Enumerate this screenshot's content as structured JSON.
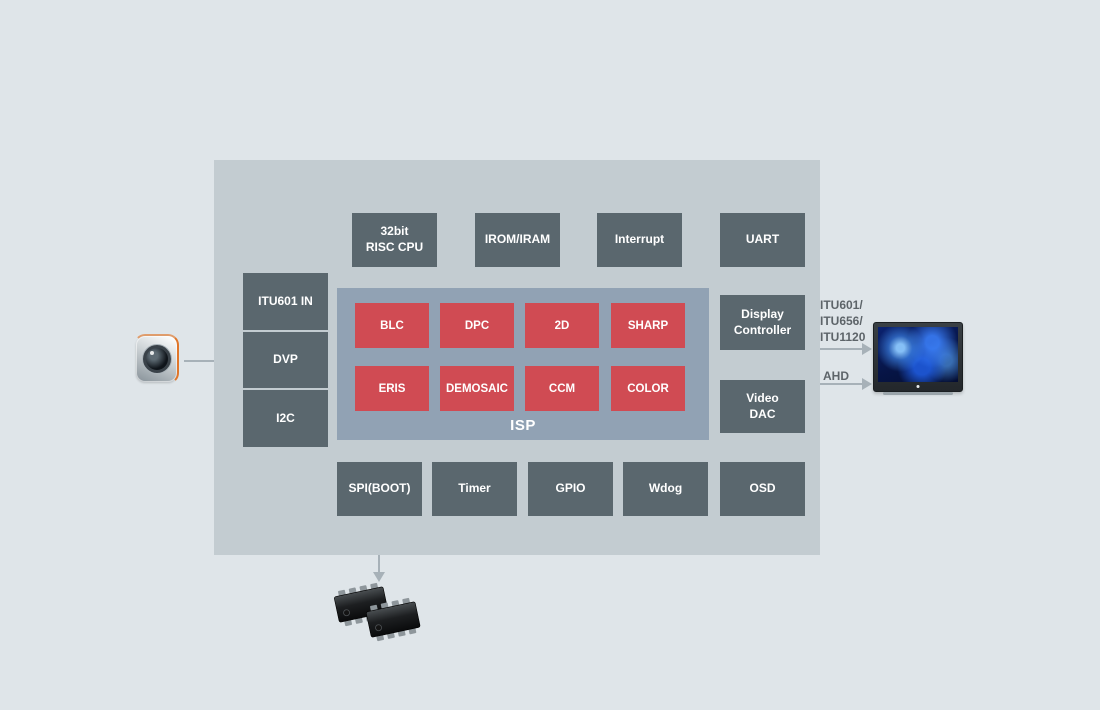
{
  "blocks": {
    "top": [
      {
        "label": "32bit\nRISC CPU"
      },
      {
        "label": "IROM/IRAM"
      },
      {
        "label": "Interrupt"
      },
      {
        "label": "UART"
      }
    ],
    "left": [
      {
        "label": "ITU601 IN"
      },
      {
        "label": "DVP"
      },
      {
        "label": "I2C"
      }
    ],
    "isp": {
      "label": "ISP",
      "modules": [
        {
          "label": "BLC"
        },
        {
          "label": "DPC"
        },
        {
          "label": "2D"
        },
        {
          "label": "SHARP"
        },
        {
          "label": "ERIS"
        },
        {
          "label": "DEMOSAIC"
        },
        {
          "label": "CCM"
        },
        {
          "label": "COLOR"
        }
      ]
    },
    "right": [
      {
        "label": "Display\nController"
      },
      {
        "label": "Video\nDAC"
      }
    ],
    "bottom": [
      {
        "label": "SPI(BOOT)"
      },
      {
        "label": "Timer"
      },
      {
        "label": "GPIO"
      },
      {
        "label": "Wdog"
      },
      {
        "label": "OSD"
      }
    ]
  },
  "annotations": {
    "video_out": "ITU601/\nITU656/\nITU1120",
    "ahd": "AHD"
  },
  "icons": {
    "camera": "camera-sensor-icon",
    "monitor": "display-monitor-icon",
    "flash": "spi-flash-chips-icon"
  },
  "colors": {
    "background": "#dfe5e9",
    "panel": "#c3ccd1",
    "block": "#5a676e",
    "isp_panel": "#91a2b4",
    "module_red": "#d04b53",
    "block_text": "#ffffff",
    "annotation_text": "#5d6469",
    "arrow": "#a7b1b8",
    "accent_orange": "#e0762a"
  }
}
